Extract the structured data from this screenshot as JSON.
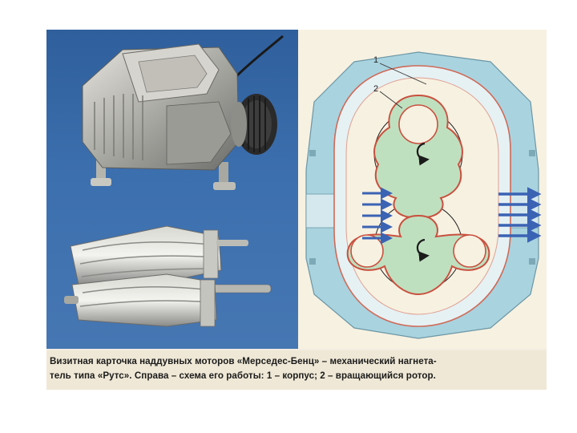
{
  "figure": {
    "caption": {
      "line1": "Визитная карточка наддувных моторов «Мерседес-Бенц» – механический нагнета-",
      "line2": "тель типа «Рутс». Справа – схема его работы: 1 – корпус; 2 – вращающийся ротор."
    },
    "photo": {
      "subjects": [
        "supercharger-assembly",
        "twin-rotor-pair"
      ]
    },
    "diagram": {
      "callouts": [
        {
          "number": "1",
          "meaning": "корпус"
        },
        {
          "number": "2",
          "meaning": "вращающийся ротор"
        }
      ],
      "inlet_arrows": 5,
      "outlet_arrows": 5,
      "colors": {
        "housing": "#a9d3df",
        "housing_outline": "#d06a57",
        "rotor_fill": "#bfe0bf",
        "rotor_outline": "#c9503f",
        "arrows": "#3b63b4",
        "leader_lines": "#333333"
      }
    }
  }
}
